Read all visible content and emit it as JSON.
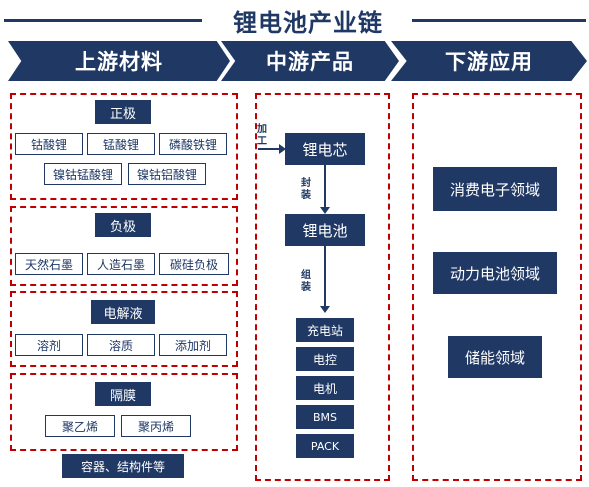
{
  "title": "锂电池产业链",
  "header": {
    "upstream": "上游材料",
    "midstream": "中游产品",
    "downstream": "下游应用"
  },
  "upstream": {
    "cathode": {
      "label": "正极",
      "items": [
        "钴酸锂",
        "锰酸锂",
        "磷酸铁锂",
        "镍钴锰酸锂",
        "镍钴铝酸锂"
      ]
    },
    "anode": {
      "label": "负极",
      "items": [
        "天然石墨",
        "人造石墨",
        "碳硅负极"
      ]
    },
    "electrolyte": {
      "label": "电解液",
      "items": [
        "溶剂",
        "溶质",
        "添加剂"
      ]
    },
    "separator": {
      "label": "隔膜",
      "items": [
        "聚乙烯",
        "聚丙烯"
      ]
    },
    "container": "容器、结构件等"
  },
  "midstream": {
    "process_label": "加工",
    "cell": "锂电芯",
    "package_label": "封装",
    "battery": "锂电池",
    "assemble_label": "组装",
    "components": [
      "充电站",
      "电控",
      "电机",
      "BMS",
      "PACK"
    ]
  },
  "downstream": {
    "items": [
      "消费电子领域",
      "动力电池领域",
      "储能领域"
    ]
  },
  "colors": {
    "navy": "#1f3864",
    "dashed_border": "#c00000"
  }
}
